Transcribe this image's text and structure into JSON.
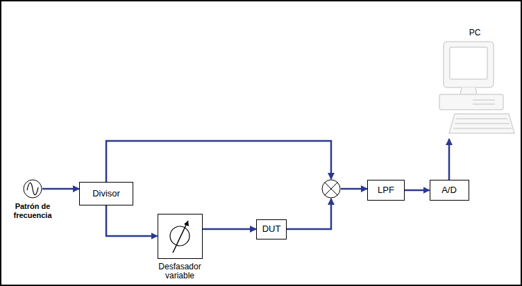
{
  "diagram": {
    "nodes": [
      {
        "text": [
          "Patrón de frecuencia"
        ]
      },
      {
        "text": [
          "Divisor"
        ]
      },
      {
        "text": [
          "Desfasador variable"
        ]
      },
      {
        "text": [
          "DUT"
        ]
      },
      {
        "text": []
      },
      {
        "text": [
          "LPF"
        ]
      },
      {
        "text": [
          "A/D"
        ]
      },
      {
        "text": [
          "PC"
        ]
      }
    ],
    "edges": [
      {
        "from": 0,
        "to": 1,
        "arrow": "to"
      },
      {
        "from": 1,
        "to": 4,
        "arrow": "to"
      },
      {
        "from": 1,
        "to": 2,
        "arrow": "to"
      },
      {
        "from": 2,
        "to": 3,
        "arrow": "to"
      },
      {
        "from": 3,
        "to": 4,
        "arrow": "to"
      },
      {
        "from": 4,
        "to": 5,
        "arrow": "to"
      },
      {
        "from": 5,
        "to": 6,
        "arrow": "to"
      },
      {
        "from": 6,
        "to": 7,
        "arrow": "to"
      }
    ]
  }
}
